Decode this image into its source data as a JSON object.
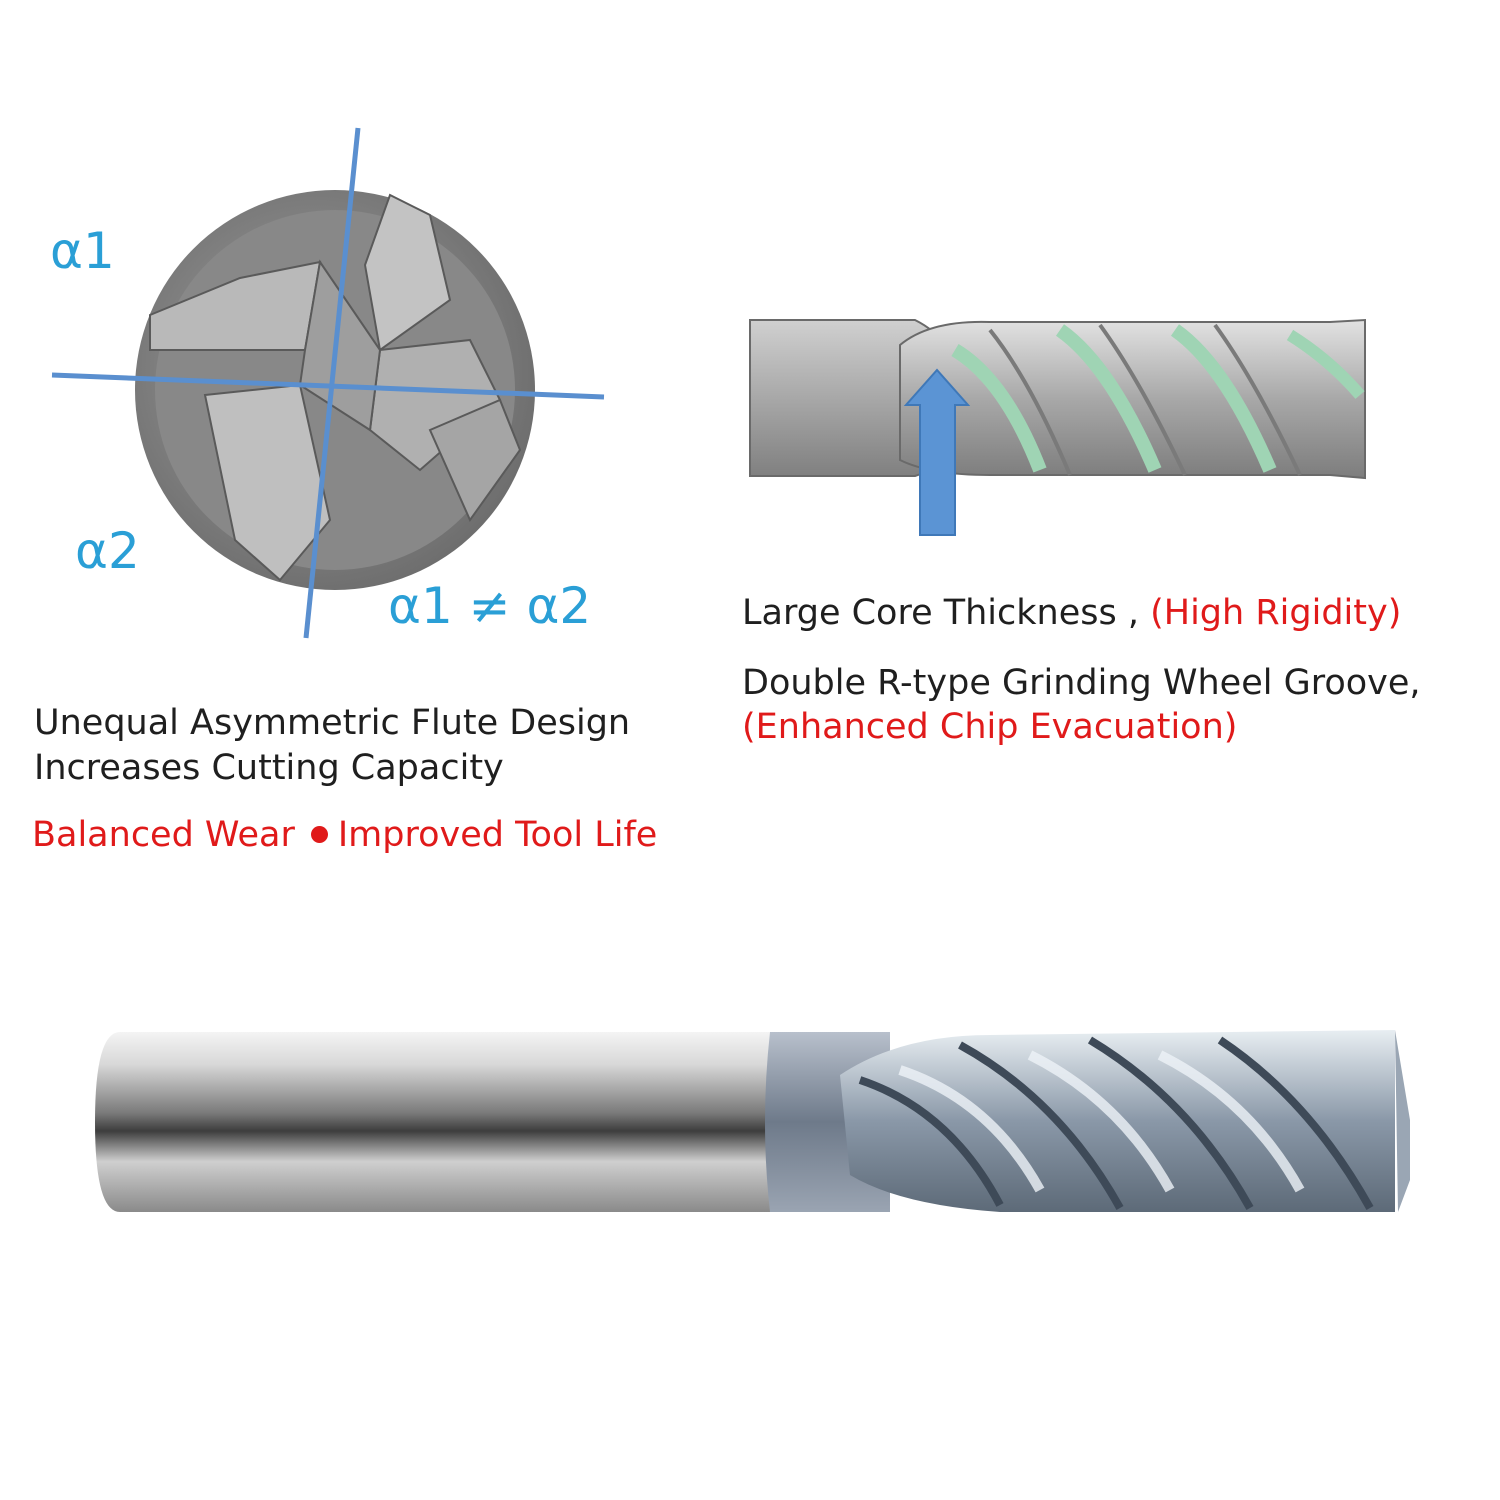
{
  "labels": {
    "alpha1": "α1",
    "alpha2": "α2",
    "inequality": "α1 ≠ α2"
  },
  "left_text": {
    "line1": "Unequal Asymmetric Flute Design",
    "line2": "Increases Cutting Capacity",
    "benefit_a": "Balanced Wear",
    "benefit_b": "Improved Tool Life"
  },
  "right_text": {
    "core_label": "Large Core Thickness ,",
    "core_benefit": "(High Rigidity)",
    "groove_label": "Double R-type Grinding Wheel Groove,",
    "groove_benefit": "(Enhanced Chip Evacuation)"
  },
  "colors": {
    "accent_blue": "#2a9fd6",
    "highlight_red": "#e01a1a",
    "flute_green": "#9fd4b4"
  }
}
